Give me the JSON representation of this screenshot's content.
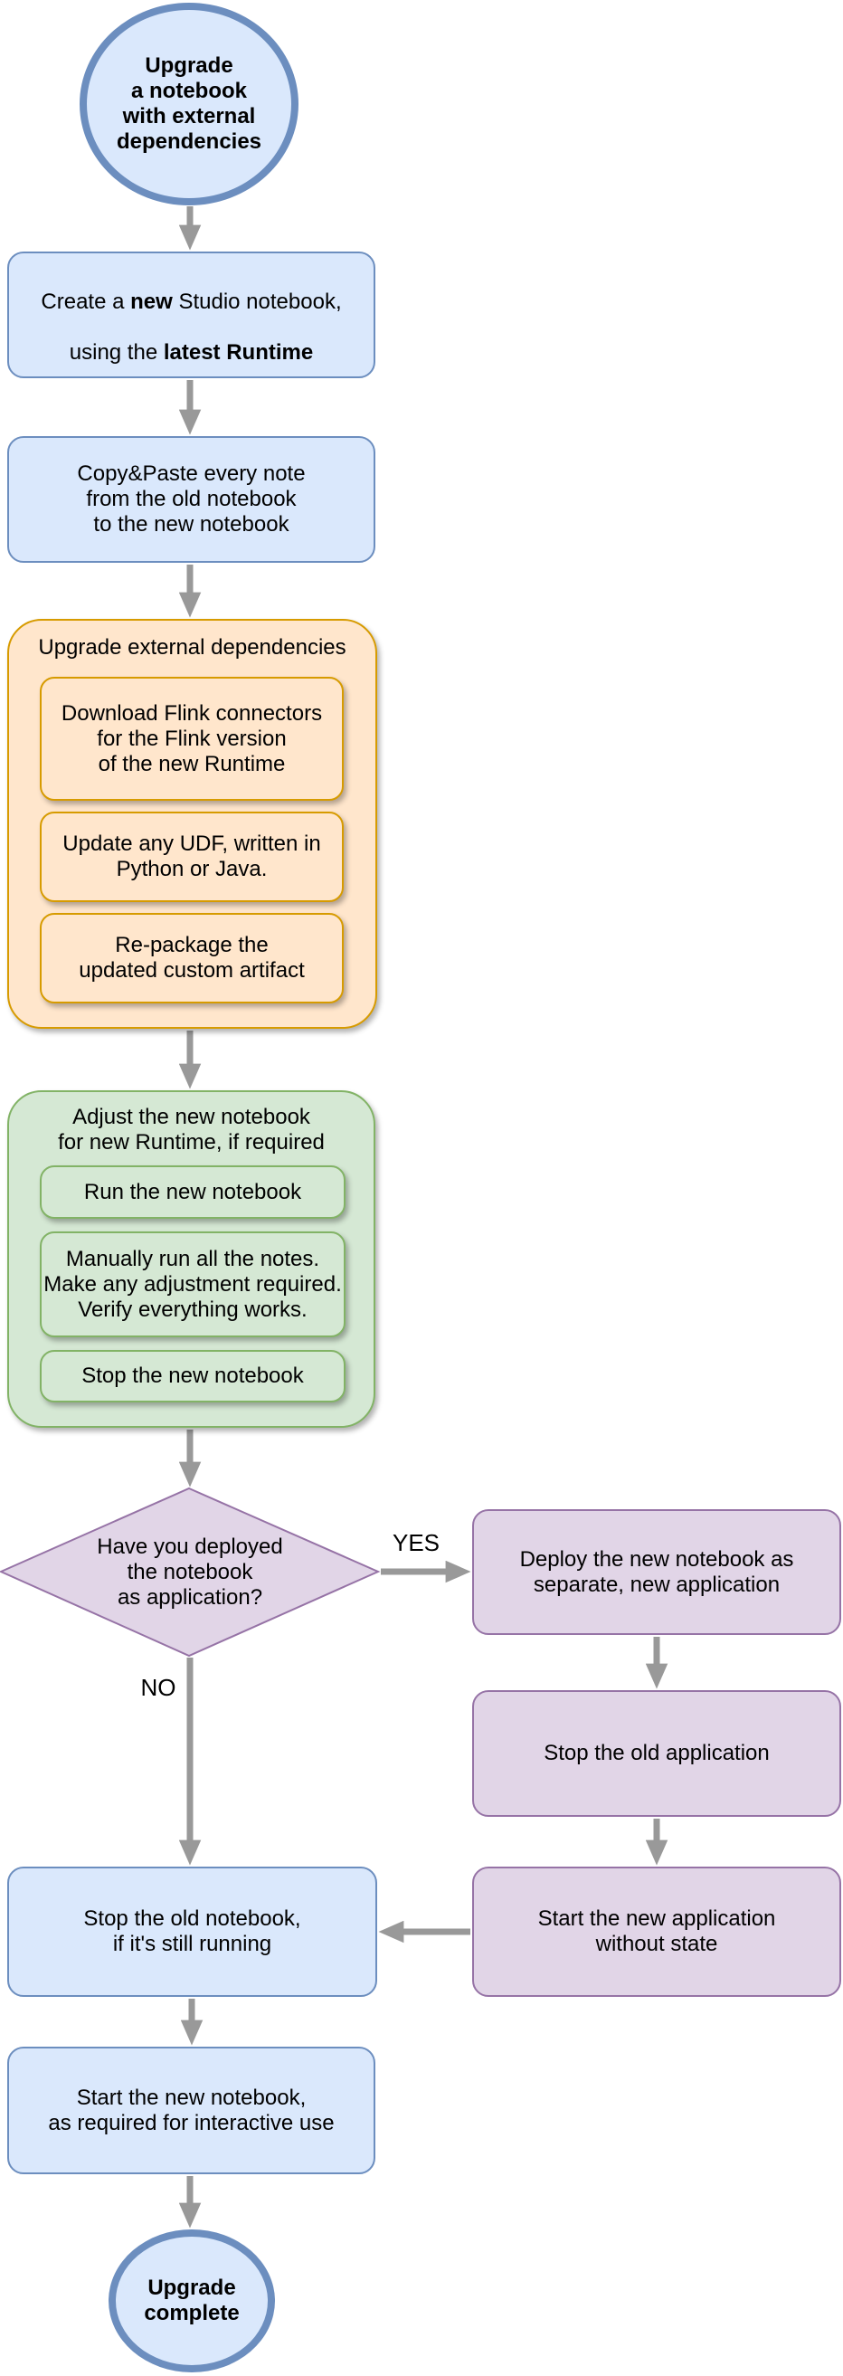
{
  "diagram_title": "Studio notebook upgrade flowchart",
  "colors": {
    "blue_fill": "#dae8fc",
    "blue_stroke": "#6c8ebf",
    "orange_fill": "#ffe6cc",
    "orange_stroke": "#d79b00",
    "green_fill": "#d5e8d4",
    "green_stroke": "#82b366",
    "purple_fill": "#e1d5e7",
    "purple_stroke": "#9673a6",
    "arrow": "#999999",
    "text": "#000000",
    "background": "#ffffff"
  },
  "nodes": {
    "start": {
      "label": "Upgrade\na notebook\nwith external\ndependencies"
    },
    "create": {
      "pre": "Create a ",
      "bold_new": "new",
      "after": " Studio notebook,",
      "line2_pre": "using the ",
      "bold_runtime": "latest Runtime"
    },
    "copy": {
      "label": "Copy&Paste every note\nfrom the old notebook\nto the new notebook"
    },
    "deps": {
      "title": "Upgrade external dependencies",
      "steps": [
        {
          "label": "Download Flink connectors\nfor the Flink version\nof the new Runtime"
        },
        {
          "label": "Update any UDF, written in\nPython or Java."
        },
        {
          "label": "Re-package the\nupdated custom artifact"
        }
      ]
    },
    "adjust": {
      "title": "Adjust the new notebook\nfor new Runtime, if required",
      "steps": [
        {
          "label": "Run the new notebook"
        },
        {
          "label": "Manually run all the notes.\nMake any adjustment required.\nVerify everything works."
        },
        {
          "label": "Stop the new notebook"
        }
      ]
    },
    "decision": {
      "label": "Have you deployed\nthe notebook\nas application?",
      "yes": "YES",
      "no": "NO"
    },
    "deploy": {
      "label": "Deploy the new notebook as\nseparate, new application"
    },
    "stop_app": {
      "label": "Stop the old application"
    },
    "start_app": {
      "label": "Start the new application\nwithout state"
    },
    "stop_nb": {
      "label": "Stop the old notebook,\nif it's still running"
    },
    "start_nb": {
      "label": "Start the new notebook,\nas required for interactive use"
    },
    "end": {
      "label": "Upgrade\ncomplete"
    }
  }
}
